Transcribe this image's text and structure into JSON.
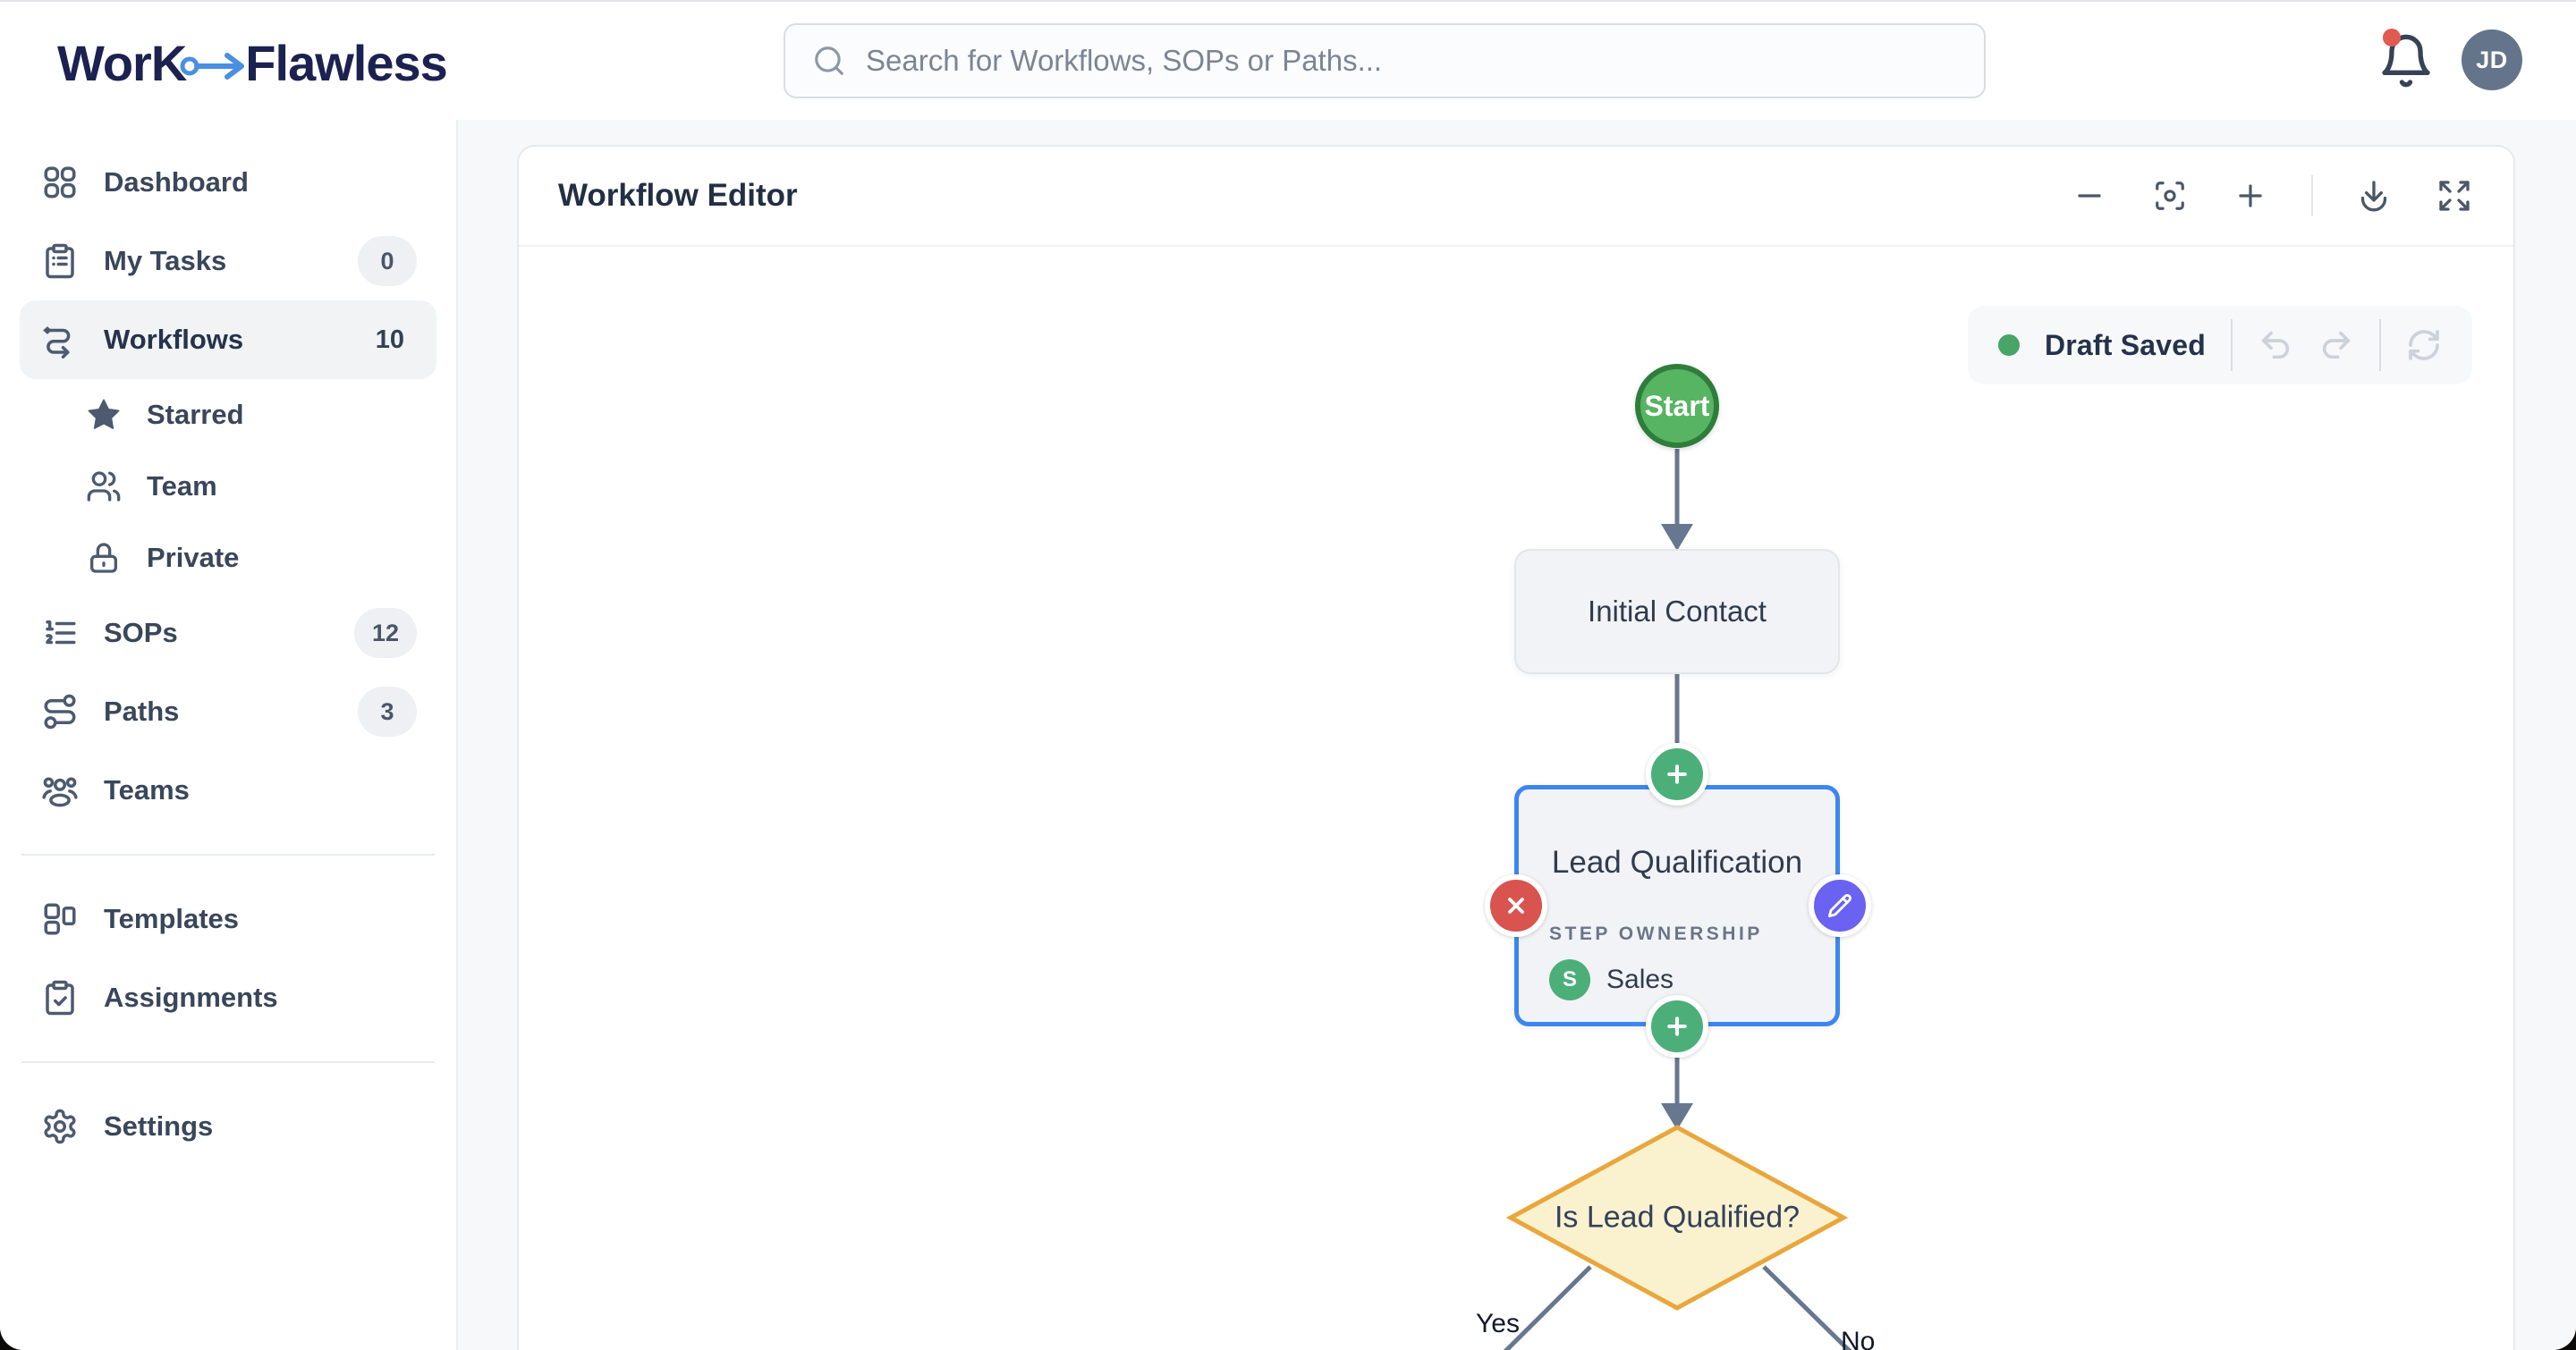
{
  "brand": {
    "part1": "WorK",
    "part2": "Flawless"
  },
  "header": {
    "search_placeholder": "Search for Workflows, SOPs or Paths...",
    "avatar_initials": "JD"
  },
  "sidebar": {
    "items": [
      {
        "label": "Dashboard"
      },
      {
        "label": "My Tasks",
        "badge": "0"
      },
      {
        "label": "Workflows",
        "count": "10"
      },
      {
        "label": "Starred"
      },
      {
        "label": "Team"
      },
      {
        "label": "Private"
      },
      {
        "label": "SOPs",
        "badge": "12"
      },
      {
        "label": "Paths",
        "badge": "3"
      },
      {
        "label": "Teams"
      },
      {
        "label": "Templates"
      },
      {
        "label": "Assignments"
      },
      {
        "label": "Settings"
      }
    ]
  },
  "editor": {
    "title": "Workflow Editor",
    "status_label": "Draft Saved",
    "canvas": {
      "start_label": "Start",
      "step1_label": "Initial Contact",
      "step2_label": "Lead Qualification",
      "ownership_heading": "STEP OWNERSHIP",
      "owner_initial": "S",
      "owner_name": "Sales",
      "decision_label": "Is Lead Qualified?",
      "yes_label": "Yes",
      "no_label": "No"
    }
  },
  "colors": {
    "brand_navy": "#1b2150",
    "brand_arrow_blue": "#4a8fe2",
    "accent_blue": "#3d86f0",
    "node_green": "#57b463",
    "node_green_border": "#2f7d3b",
    "action_green": "#4caf79",
    "action_red": "#d9534f",
    "action_purple": "#6a62f0",
    "decision_orange": "#e9a63c",
    "decision_yellow": "#faf2cf",
    "status_green_dot": "#46a567",
    "notification_red": "#e05a52"
  }
}
